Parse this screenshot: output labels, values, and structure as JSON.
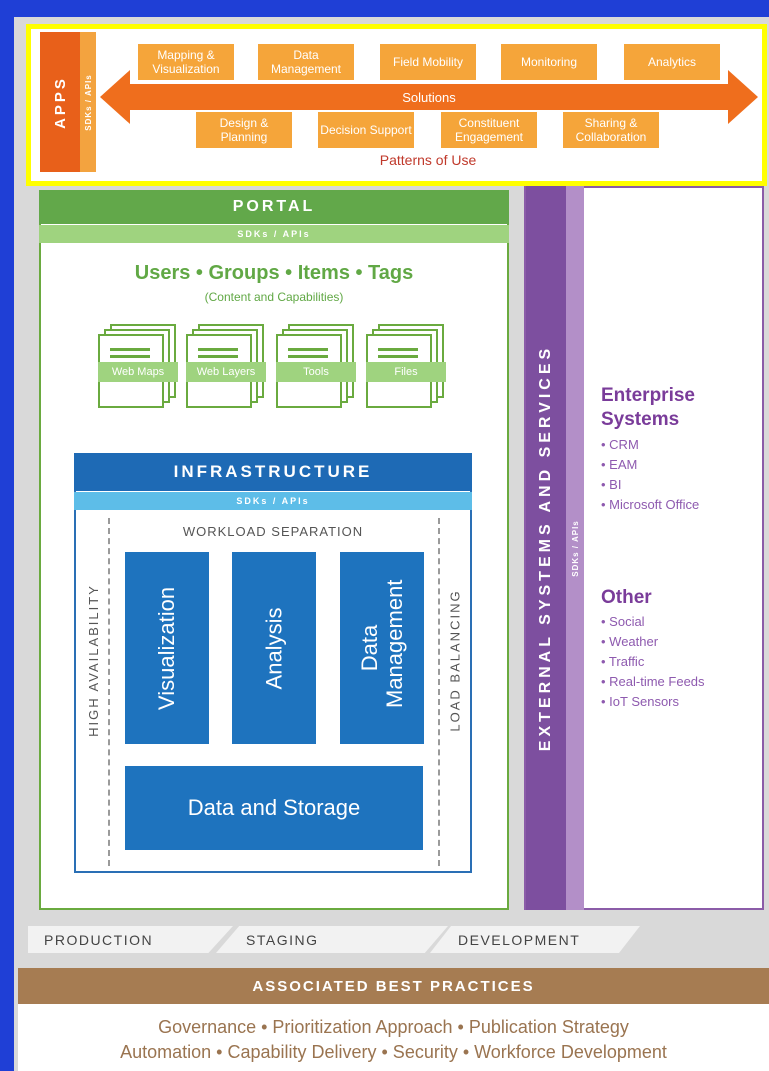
{
  "apps": {
    "label": "APPS",
    "sdk": "SDKs / APIs",
    "solutions_label": "Solutions",
    "patterns_label": "Patterns of Use",
    "top_row": [
      "Mapping & Visualization",
      "Data Management",
      "Field Mobility",
      "Monitoring",
      "Analytics"
    ],
    "bottom_row": [
      "Design & Planning",
      "Decision Support",
      "Constituent Engagement",
      "Sharing & Collaboration"
    ]
  },
  "portal": {
    "label": "PORTAL",
    "sdk": "SDKs / APIs",
    "title": "Users • Groups • Items • Tags",
    "subtitle": "(Content and Capabilities)",
    "items": [
      "Web Maps",
      "Web Layers",
      "Tools",
      "Files"
    ]
  },
  "infrastructure": {
    "label": "INFRASTRUCTURE",
    "sdk": "SDKs / APIs",
    "workload": "WORKLOAD SEPARATION",
    "high_availability": "HIGH AVAILABILITY",
    "load_balancing": "LOAD BALANCING",
    "boxes": [
      "Visualization",
      "Analysis",
      "Data Management"
    ],
    "storage": "Data and Storage"
  },
  "external": {
    "label": "EXTERNAL SYSTEMS AND SERVICES",
    "sdk": "SDKs / APIs",
    "enterprise_title": "Enterprise Systems",
    "enterprise_items": [
      "• CRM",
      "• EAM",
      "• BI",
      "• Microsoft Office"
    ],
    "other_title": "Other",
    "other_items": [
      "• Social",
      "• Weather",
      "• Traffic",
      "• Real-time Feeds",
      "• IoT Sensors"
    ]
  },
  "environments": [
    "PRODUCTION",
    "STAGING",
    "DEVELOPMENT"
  ],
  "best_practices": {
    "label": "ASSOCIATED BEST PRACTICES",
    "line1": "Governance  •  Prioritization Approach  •  Publication Strategy",
    "line2": "Automation  •  Capability Delivery  •  Security  •  Workforce Development"
  },
  "colors": {
    "apps": "#e8601a",
    "portal": "#62a84a",
    "infrastructure": "#1e6ab5",
    "external": "#7d4f9f",
    "best_practices": "#a67c52",
    "highlight": "#ffff00"
  }
}
